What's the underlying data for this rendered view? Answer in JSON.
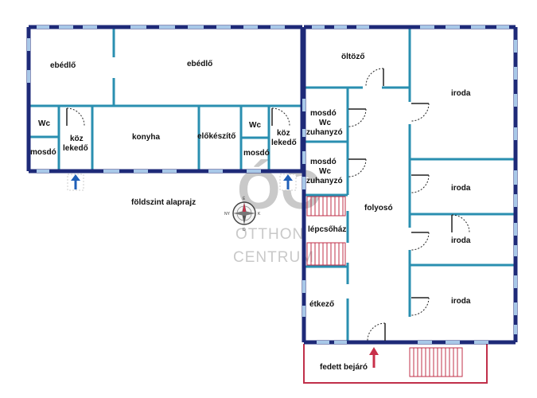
{
  "colors": {
    "wall": "#1e2a78",
    "inner_wall": "#2a8fb0",
    "window": "#a8c8e8",
    "entry_arrow": "#1f5fb8",
    "main_entry_arrow": "#c8304a",
    "porch": "#c0304a",
    "watermark": "#c9c9c9"
  },
  "floorplan_title": "földszint alaprajz",
  "rooms": {
    "ebedlo_left": "ebédlő",
    "ebedlo_right": "ebédlő",
    "wc_left": "Wc",
    "mosdo_left": "mosdó",
    "kozlekedo_left_1": "köz",
    "kozlekedo_left_2": "lekedő",
    "konyha": "konyha",
    "elokeszito": "előkészítő",
    "wc_mid": "Wc",
    "mosdo_mid": "mosdó",
    "kozlekedo_mid_1": "köz",
    "kozlekedo_mid_2": "lekedő",
    "oltozo": "öltöző",
    "mosdo_wc_1_a": "mosdó",
    "mosdo_wc_1_b": "Wc",
    "mosdo_wc_1_c": "zuhanyzó",
    "mosdo_wc_2_a": "mosdó",
    "mosdo_wc_2_b": "Wc",
    "mosdo_wc_2_c": "zuhanyzó",
    "lepcsohaz": "lépcsőház",
    "folyoso": "folyosó",
    "etkezo": "étkező",
    "iroda_1": "iroda",
    "iroda_2": "iroda",
    "iroda_3": "iroda",
    "iroda_4": "iroda",
    "fedett_bejaro": "fedett bejáró"
  },
  "compass": {
    "north": "É",
    "south": "D",
    "east": "K",
    "west": "NY"
  },
  "watermark": {
    "logo": "ÓC",
    "line1": "OTTHON",
    "line2": "CENTRUM"
  }
}
